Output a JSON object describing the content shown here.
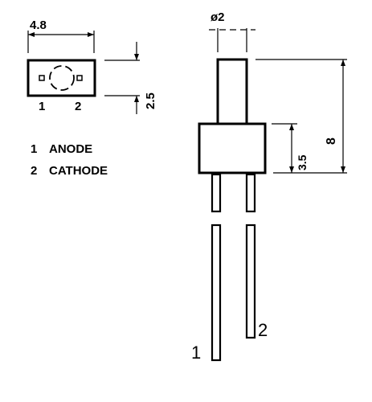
{
  "top_view": {
    "width_label": "4.8",
    "height_label": "2.5",
    "pin1_label": "1",
    "pin2_label": "2"
  },
  "legend": {
    "items": [
      {
        "number": "1",
        "name": "ANODE"
      },
      {
        "number": "2",
        "name": "CATHODE"
      }
    ]
  },
  "side_view": {
    "diameter_label": "ø2",
    "total_height_label": "8",
    "body_height_label": "3.5",
    "lead1_label": "1",
    "lead2_label": "2"
  }
}
